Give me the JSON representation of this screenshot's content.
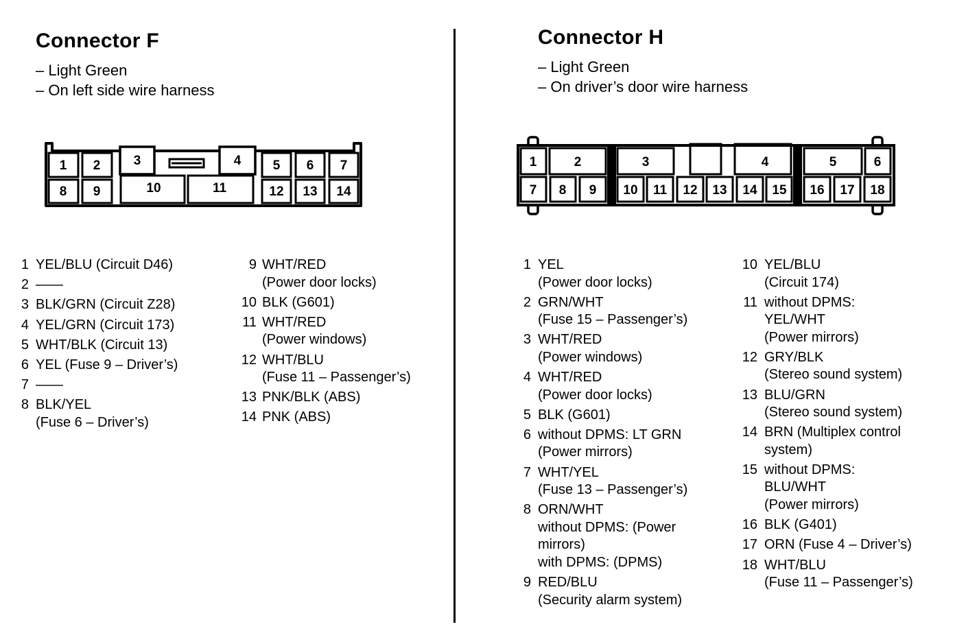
{
  "connector_f": {
    "title": "Connector F",
    "notes": [
      "– Light Green",
      "– On left side wire harness"
    ],
    "cavities": [
      "1",
      "2",
      "3",
      "4",
      "5",
      "6",
      "7",
      "8",
      "9",
      "10",
      "11",
      "12",
      "13",
      "14"
    ],
    "pins_col1": [
      {
        "num": "1",
        "lines": [
          "YEL/BLU (Circuit D46)"
        ]
      },
      {
        "num": "2",
        "lines": [
          "——"
        ]
      },
      {
        "num": "3",
        "lines": [
          "BLK/GRN (Circuit Z28)"
        ]
      },
      {
        "num": "4",
        "lines": [
          "YEL/GRN (Circuit 173)"
        ]
      },
      {
        "num": "5",
        "lines": [
          "WHT/BLK (Circuit 13)"
        ]
      },
      {
        "num": "6",
        "lines": [
          "YEL (Fuse 9 – Driver’s)"
        ]
      },
      {
        "num": "7",
        "lines": [
          "——"
        ]
      },
      {
        "num": "8",
        "lines": [
          "BLK/YEL",
          "(Fuse 6 – Driver’s)"
        ]
      }
    ],
    "pins_col2": [
      {
        "num": "9",
        "lines": [
          "WHT/RED",
          "(Power door locks)"
        ]
      },
      {
        "num": "10",
        "lines": [
          "BLK (G601)"
        ]
      },
      {
        "num": "11",
        "lines": [
          "WHT/RED",
          "(Power windows)"
        ]
      },
      {
        "num": "12",
        "lines": [
          "WHT/BLU",
          "(Fuse 11 – Passenger’s)"
        ]
      },
      {
        "num": "13",
        "lines": [
          "PNK/BLK (ABS)"
        ]
      },
      {
        "num": "14",
        "lines": [
          "PNK (ABS)"
        ]
      }
    ]
  },
  "connector_h": {
    "title": "Connector H",
    "notes": [
      "– Light Green",
      "– On driver’s door wire harness"
    ],
    "cavities": [
      "1",
      "2",
      "3",
      "4",
      "5",
      "6",
      "7",
      "8",
      "9",
      "10",
      "11",
      "12",
      "13",
      "14",
      "15",
      "16",
      "17",
      "18"
    ],
    "pins_col1": [
      {
        "num": "1",
        "lines": [
          "YEL",
          "(Power door locks)"
        ]
      },
      {
        "num": "2",
        "lines": [
          "GRN/WHT",
          "(Fuse 15 – Passenger’s)"
        ]
      },
      {
        "num": "3",
        "lines": [
          "WHT/RED",
          "(Power windows)"
        ]
      },
      {
        "num": "4",
        "lines": [
          "WHT/RED",
          "(Power door locks)"
        ]
      },
      {
        "num": "5",
        "lines": [
          "BLK (G601)"
        ]
      },
      {
        "num": "6",
        "lines": [
          "without DPMS: LT GRN",
          "(Power mirrors)"
        ]
      },
      {
        "num": "7",
        "lines": [
          "WHT/YEL",
          "(Fuse 13 – Passenger’s)"
        ]
      },
      {
        "num": "8",
        "lines": [
          "ORN/WHT",
          "without DPMS: (Power",
          "mirrors)",
          "with DPMS: (DPMS)"
        ]
      },
      {
        "num": "9",
        "lines": [
          "RED/BLU",
          "(Security alarm system)"
        ]
      }
    ],
    "pins_col2": [
      {
        "num": "10",
        "lines": [
          "YEL/BLU",
          "(Circuit 174)"
        ]
      },
      {
        "num": "11",
        "lines": [
          "without DPMS:",
          "YEL/WHT",
          "(Power mirrors)"
        ]
      },
      {
        "num": "12",
        "lines": [
          "GRY/BLK",
          "(Stereo sound system)"
        ]
      },
      {
        "num": "13",
        "lines": [
          "BLU/GRN",
          "(Stereo sound system)"
        ]
      },
      {
        "num": "14",
        "lines": [
          "BRN (Multiplex control",
          "system)"
        ]
      },
      {
        "num": "15",
        "lines": [
          "without DPMS:",
          "BLU/WHT",
          "(Power mirrors)"
        ]
      },
      {
        "num": "16",
        "lines": [
          "BLK (G401)"
        ]
      },
      {
        "num": "17",
        "lines": [
          "ORN (Fuse 4 – Driver’s)"
        ]
      },
      {
        "num": "18",
        "lines": [
          "WHT/BLU",
          "(Fuse 11 – Passenger’s)"
        ]
      }
    ]
  }
}
